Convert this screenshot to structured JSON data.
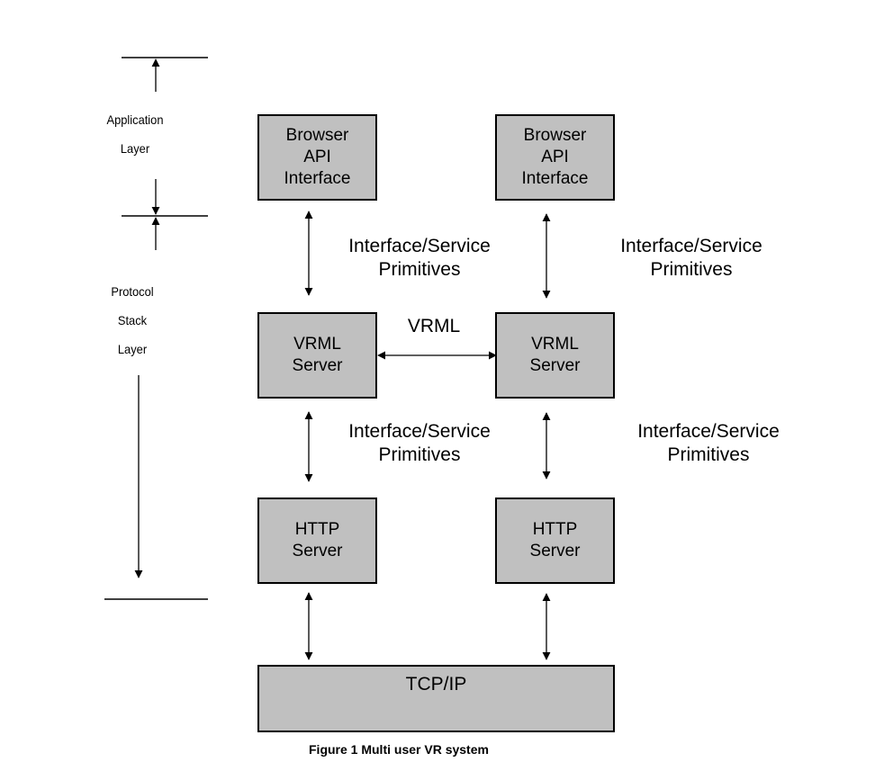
{
  "side_labels": {
    "application": [
      "Application",
      "Layer"
    ],
    "protocol": [
      "Protocol",
      "Stack",
      "Layer"
    ]
  },
  "boxes": {
    "browser_left": [
      "Browser",
      "API",
      "Interface"
    ],
    "browser_right": [
      "Browser",
      "API",
      "Interface"
    ],
    "vrml_left": [
      "VRML",
      "Server"
    ],
    "vrml_right": [
      "VRML",
      "Server"
    ],
    "http_left": [
      "HTTP",
      "Server"
    ],
    "http_right": [
      "HTTP",
      "Server"
    ],
    "tcpip": "TCP/IP"
  },
  "edge_labels": {
    "isp_top_left": [
      "Interface/Service",
      "Primitives"
    ],
    "isp_top_right": [
      "Interface/Service",
      "Primitives"
    ],
    "isp_mid_left": [
      "Interface/Service",
      "Primitives"
    ],
    "isp_mid_right": [
      "Interface/Service",
      "Primitives"
    ],
    "vrml_link": "VRML"
  },
  "caption": "Figure 1 Multi user VR system"
}
